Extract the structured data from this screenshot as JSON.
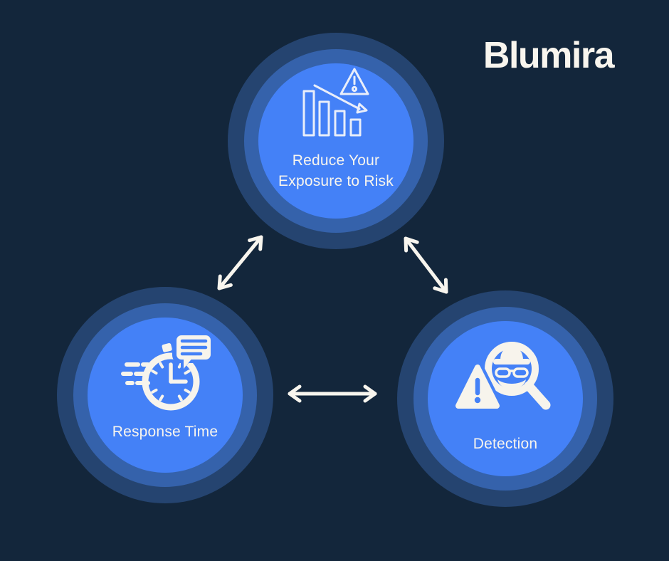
{
  "brand": {
    "logo_text": "Blumira"
  },
  "colors": {
    "background": "#13263B",
    "ring_outer": "#254470",
    "ring_middle": "#3562AB",
    "node_fill": "#4481F7",
    "text_light": "#F8F5EE",
    "icon_stroke": "#E9EEFA"
  },
  "diagram": {
    "nodes": [
      {
        "id": "reduce-risk",
        "label": "Reduce Your\nExposure to Risk",
        "icon": "declining-bar-chart-warning-icon"
      },
      {
        "id": "response-time",
        "label": "Response Time",
        "icon": "stopwatch-chat-icon"
      },
      {
        "id": "detection",
        "label": "Detection",
        "icon": "spy-magnifier-warning-icon"
      }
    ],
    "connections": [
      {
        "from": "reduce-risk",
        "to": "response-time",
        "bidirectional": true
      },
      {
        "from": "reduce-risk",
        "to": "detection",
        "bidirectional": true
      },
      {
        "from": "response-time",
        "to": "detection",
        "bidirectional": true
      }
    ]
  }
}
